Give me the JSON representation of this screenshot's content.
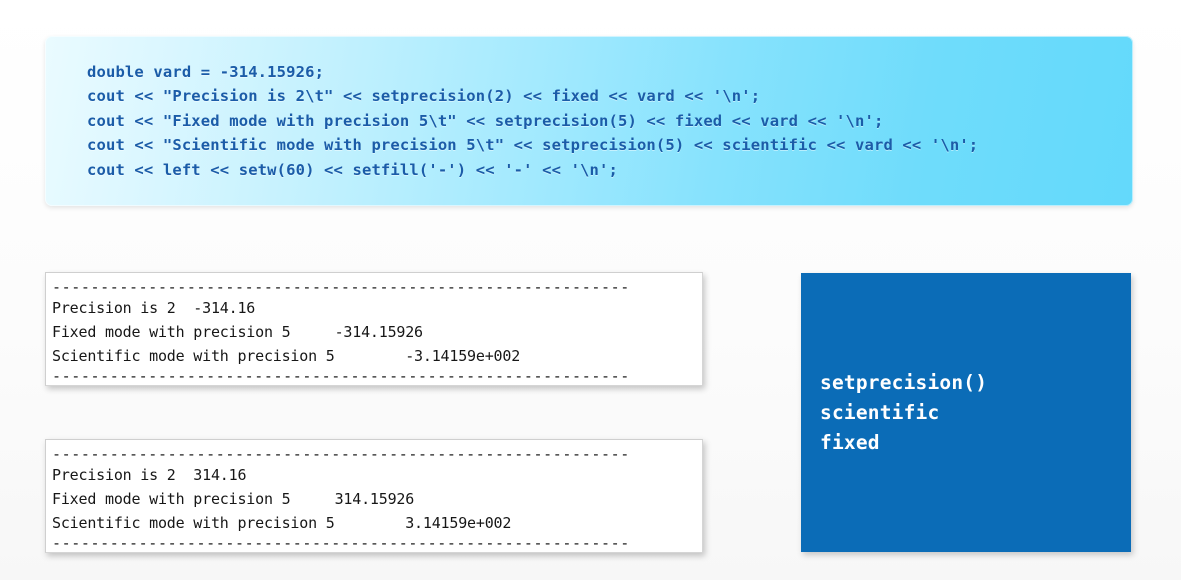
{
  "slide": {
    "background_color": "#fbfbfb"
  },
  "code_panel": {
    "language": "cpp",
    "text_color": "#1b5ca8",
    "gradient_from": "#eafbff",
    "gradient_to": "#63d9fb",
    "lines": [
      "double vard = -314.15926;",
      "cout << \"Precision is 2\\t\" << setprecision(2) << fixed << vard << '\\n';",
      "cout << \"Fixed mode with precision 5\\t\" << setprecision(5) << fixed << vard << '\\n';",
      "cout << \"Scientific mode with precision 5\\t\" << setprecision(5) << scientific << vard << '\\n';",
      "cout << left << setw(60) << setfill('-') << '-' << '\\n';"
    ]
  },
  "console_outputs": [
    {
      "name": "negative-value-output",
      "rule_top": "------------------------------------------------------------",
      "lines": [
        "Precision is 2  -314.16",
        "Fixed mode with precision 5     -314.15926",
        "Scientific mode with precision 5        -3.14159e+002"
      ],
      "rule_bottom": "------------------------------------------------------------"
    },
    {
      "name": "positive-value-output",
      "rule_top": "------------------------------------------------------------",
      "lines": [
        "Precision is 2  314.16",
        "Fixed mode with precision 5     314.15926",
        "Scientific mode with precision 5        3.14159e+002"
      ],
      "rule_bottom": "------------------------------------------------------------"
    }
  ],
  "callout": {
    "background_color": "#0b6cb7",
    "text_color": "#ffffff",
    "keywords": [
      "setprecision()",
      "scientific",
      "fixed"
    ]
  }
}
